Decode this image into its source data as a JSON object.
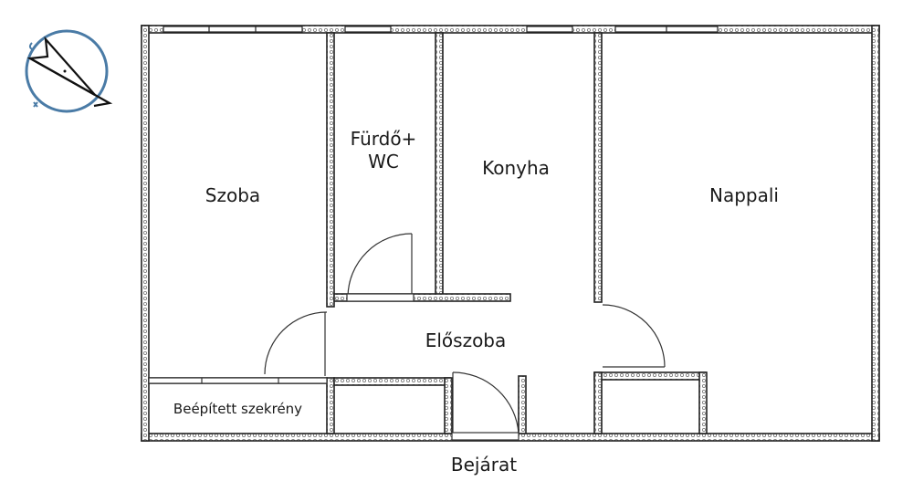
{
  "floorplan": {
    "rooms": [
      {
        "id": "szoba",
        "label": "Szoba"
      },
      {
        "id": "furdo",
        "label_line1": "Fürdő+",
        "label_line2": "WC"
      },
      {
        "id": "konyha",
        "label": "Konyha"
      },
      {
        "id": "nappali",
        "label": "Nappali"
      },
      {
        "id": "eloszoba",
        "label": "Előszoba"
      },
      {
        "id": "szekreny",
        "label": "Beépített szekrény"
      }
    ],
    "entrance_label": "Bejárat",
    "compass": {
      "icon": "compass-north-arrow-icon"
    },
    "colors": {
      "wall_outline": "#222222",
      "wall_fill": "#d9d9d9",
      "compass_ring": "#4a7ba6",
      "text": "#1a1a1a"
    }
  }
}
